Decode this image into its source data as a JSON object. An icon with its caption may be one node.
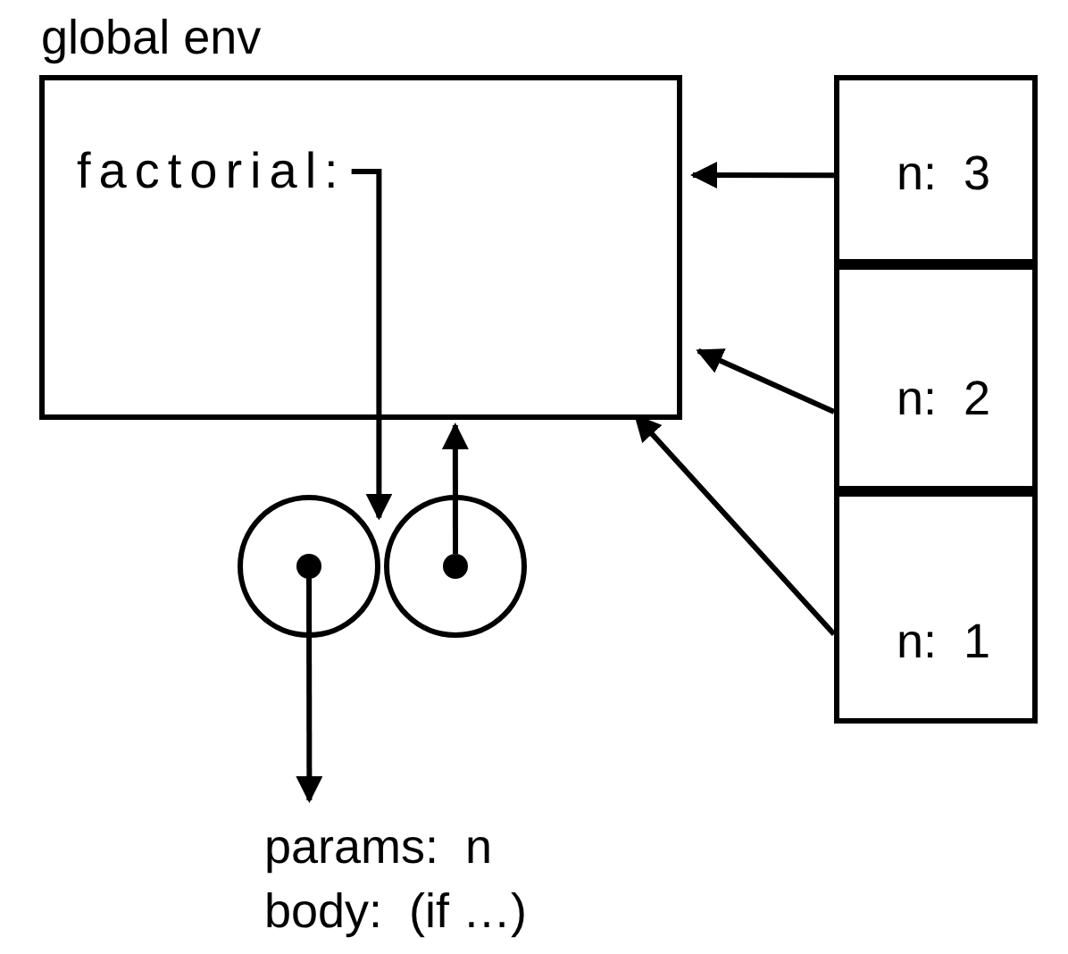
{
  "diagram": {
    "nodes": [
      {
        "text": [
          "global env"
        ]
      },
      {
        "text": [
          "factorial:"
        ],
        "in": 0
      },
      {
        "text": [
          "n:  3"
        ]
      },
      {
        "text": [
          "n:  2"
        ]
      },
      {
        "text": [
          "n:  1"
        ]
      },
      {
        "text": [],
        "shape": "circle"
      },
      {
        "text": [],
        "shape": "circle"
      },
      {
        "text": [
          "params:  n",
          "body:  (if …)"
        ]
      }
    ],
    "edges": [
      {
        "from": 1,
        "to": 5,
        "arrow": "to"
      },
      {
        "from": 6,
        "to": 0,
        "arrow": "to"
      },
      {
        "from": 5,
        "to": 7,
        "arrow": "to"
      },
      {
        "from": 2,
        "to": 0,
        "arrow": "to"
      },
      {
        "from": 3,
        "to": 0,
        "arrow": "to"
      },
      {
        "from": 4,
        "to": 0,
        "arrow": "to"
      }
    ]
  }
}
